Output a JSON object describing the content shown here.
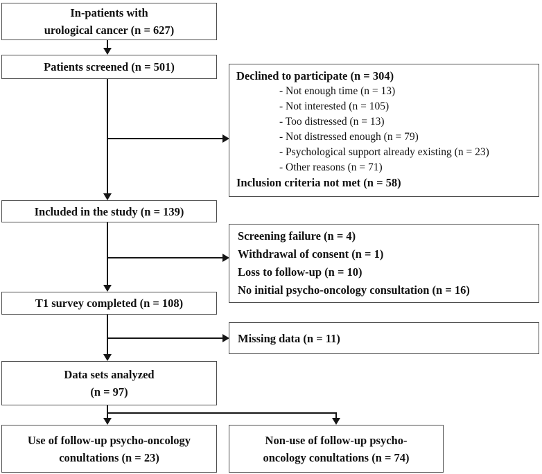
{
  "colors": {
    "background": "#ffffff",
    "box_border": "#4d4d4d",
    "arrow": "#151515",
    "text": "#111111"
  },
  "boxes": {
    "inpatients": {
      "lines": [
        "In-patients with",
        "urological cancer (n = 627)"
      ]
    },
    "screened": {
      "label": "Patients screened (n = 501)"
    },
    "declined": {
      "header": "Declined to participate (n = 304)",
      "items": [
        "- Not enough time (n = 13)",
        "- Not interested (n = 105)",
        "- Too distressed (n = 13)",
        "- Not distressed enough (n = 79)",
        "- Psychological support already existing (n = 23)",
        "- Other reasons (n = 71)"
      ],
      "footer": "Inclusion criteria not met (n = 58)"
    },
    "included": {
      "label": "Included in the study (n = 139)"
    },
    "dropout": {
      "lines": [
        "Screening failure (n = 4)",
        "Withdrawal of consent (n = 1)",
        "Loss to follow-up (n = 10)",
        "No initial psycho-oncology consultation (n = 16)"
      ]
    },
    "t1": {
      "label": "T1 survey completed (n = 108)"
    },
    "missing": {
      "label": "Missing data (n = 11)"
    },
    "datasets": {
      "lines": [
        "Data sets analyzed",
        "(n = 97)"
      ]
    },
    "use": {
      "lines": [
        "Use of follow-up psycho-oncology",
        "conultations (n = 23)"
      ]
    },
    "nonuse": {
      "lines": [
        "Non-use of follow-up psycho-",
        "oncology conultations (n = 74)"
      ]
    }
  }
}
